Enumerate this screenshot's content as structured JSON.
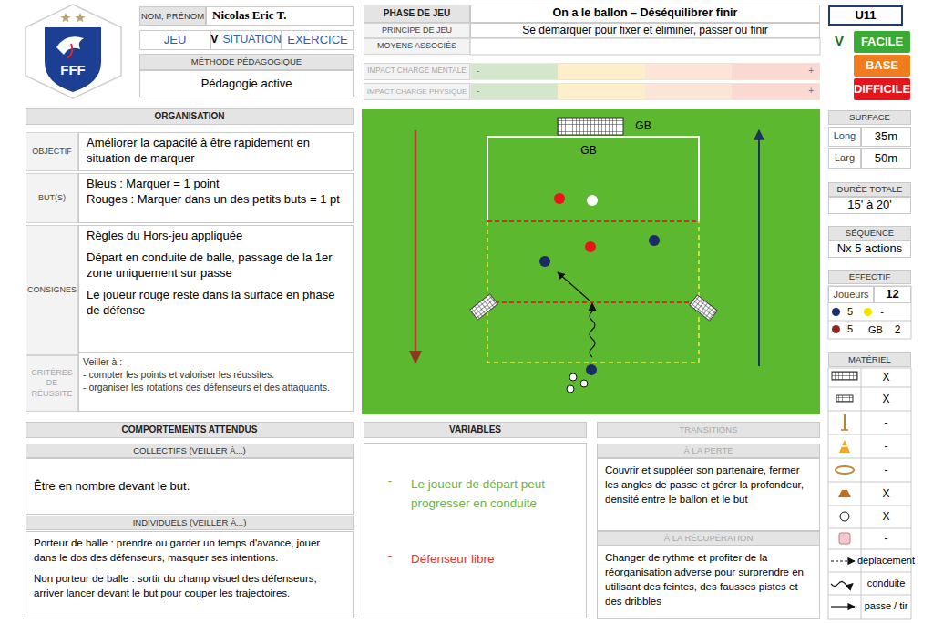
{
  "diagram": {
    "nodes": [
      {
        "text": [
          "NOM, PRÉNOM"
        ]
      },
      {
        "text": [
          "Nicolas Eric T."
        ]
      },
      {
        "text": [
          "JEU"
        ]
      },
      {
        "text": [
          "V",
          "SITUATION"
        ]
      },
      {
        "text": [
          "EXERCICE"
        ]
      },
      {
        "text": [
          "MÉTHODE PÉDAGOGIQUE"
        ]
      },
      {
        "text": [
          "Pédagogie active"
        ]
      },
      {
        "text": [
          "PHASE DE JEU"
        ]
      },
      {
        "text": [
          "On a le ballon – Déséquilibrer finir"
        ]
      },
      {
        "text": [
          "PRINCIPE DE JEU"
        ]
      },
      {
        "text": [
          "MOYENS ASSOCIÉS"
        ]
      },
      {
        "text": [
          "Se démarquer pour fixer et éliminer, passer ou finir"
        ]
      },
      {
        "text": [
          "IMPACT CHARGE MENTALE"
        ]
      },
      {
        "text": [
          "-",
          "+"
        ]
      },
      {
        "text": [
          "IMPACT CHARGE PHYSIQUE"
        ]
      },
      {
        "text": [
          "-",
          "+"
        ]
      },
      {
        "text": [
          "U11"
        ]
      },
      {
        "text": [
          "FACILE"
        ]
      },
      {
        "text": [
          "BASE"
        ]
      },
      {
        "text": [
          "DIFFICILE"
        ]
      },
      {
        "text": [
          "ORGANISATION"
        ]
      },
      {
        "text": [
          "OBJECTIF"
        ]
      },
      {
        "text": [
          "Améliorer la capacité à être rapidement en situation de marquer"
        ]
      },
      {
        "text": [
          "BUT(S)"
        ]
      },
      {
        "text": [
          "Bleus : Marquer = 1 point",
          "Rouges : Marquer dans un des petits buts = 1 pt"
        ]
      },
      {
        "text": [
          "CONSIGNES"
        ]
      },
      {
        "text": [
          "Règles du Hors-jeu appliquée",
          "Départ en conduite de balle, passage de la 1er zone uniquement sur passe",
          "Le joueur rouge reste dans la surface en phase de défense"
        ]
      },
      {
        "text": [
          "CRITÈRES DE RÉUSSITE"
        ]
      },
      {
        "text": [
          "Veiller à :",
          "- compter les points et valoriser les réussites.",
          "- organiser les rotations des défenseurs et des attaquants."
        ]
      },
      {
        "text": [
          "SURFACE"
        ]
      },
      {
        "text": [
          "Long"
        ]
      },
      {
        "text": [
          "35m"
        ]
      },
      {
        "text": [
          "Larg"
        ]
      },
      {
        "text": [
          "50m"
        ]
      },
      {
        "text": [
          "DURÉE TOTALE"
        ]
      },
      {
        "text": [
          "15' à 20'"
        ]
      },
      {
        "text": [
          "SÉQUENCE"
        ]
      },
      {
        "text": [
          "Nx 5 actions"
        ]
      },
      {
        "text": [
          "EFFECTIF"
        ]
      },
      {
        "text": [
          "Joueurs"
        ]
      },
      {
        "text": [
          "12"
        ]
      },
      {
        "text": [
          "MATÉRIEL"
        ]
      },
      {
        "text": [
          "COMPORTEMENTS ATTENDUS"
        ]
      },
      {
        "text": [
          "COLLECTIFS (VEILLER À...)"
        ]
      },
      {
        "text": [
          "Être en nombre devant le but."
        ]
      },
      {
        "text": [
          "INDIVIDUELS (VEILLER À...)"
        ]
      },
      {
        "text": [
          "Porteur de balle : prendre ou garder un temps d'avance, jouer dans le dos des défenseurs, masquer ses intentions.",
          "Non porteur de balle : sortir du champ visuel des défenseurs, arriver lancer devant le but pour couper les trajectoires."
        ]
      },
      {
        "text": [
          "VARIABLES"
        ]
      },
      {
        "text": [
          "Le joueur de départ peut progresser en conduite",
          "Défenseur libre"
        ]
      },
      {
        "text": [
          "TRANSITIONS"
        ]
      },
      {
        "text": [
          "À LA PERTE"
        ]
      },
      {
        "text": [
          "Couvrir et suppléer son partenaire, fermer les angles de passe et gérer la profondeur, densité entre le ballon et le but"
        ]
      },
      {
        "text": [
          "À LA RÉCUPÉRATION"
        ]
      },
      {
        "text": [
          "Changer de rythme et profiter de la réorganisation adverse pour surprendre en utilisant des feintes, des fausses pistes et des dribbles"
        ]
      }
    ],
    "labels": [
      "FFF",
      "V",
      "GB",
      "GB",
      "GB",
      "2",
      "X",
      "X",
      "-",
      "-",
      "-",
      "X",
      "X",
      "-",
      "-",
      "-"
    ],
    "legend": [
      {
        "text": "5",
        "color": "#1c2f6e"
      },
      {
        "text": "-",
        "color": "#f5e400"
      },
      {
        "text": "5",
        "color": "#8b2a22"
      },
      {
        "text": "déplacement"
      },
      {
        "text": "conduite"
      },
      {
        "text": "passe / tir"
      }
    ]
  }
}
